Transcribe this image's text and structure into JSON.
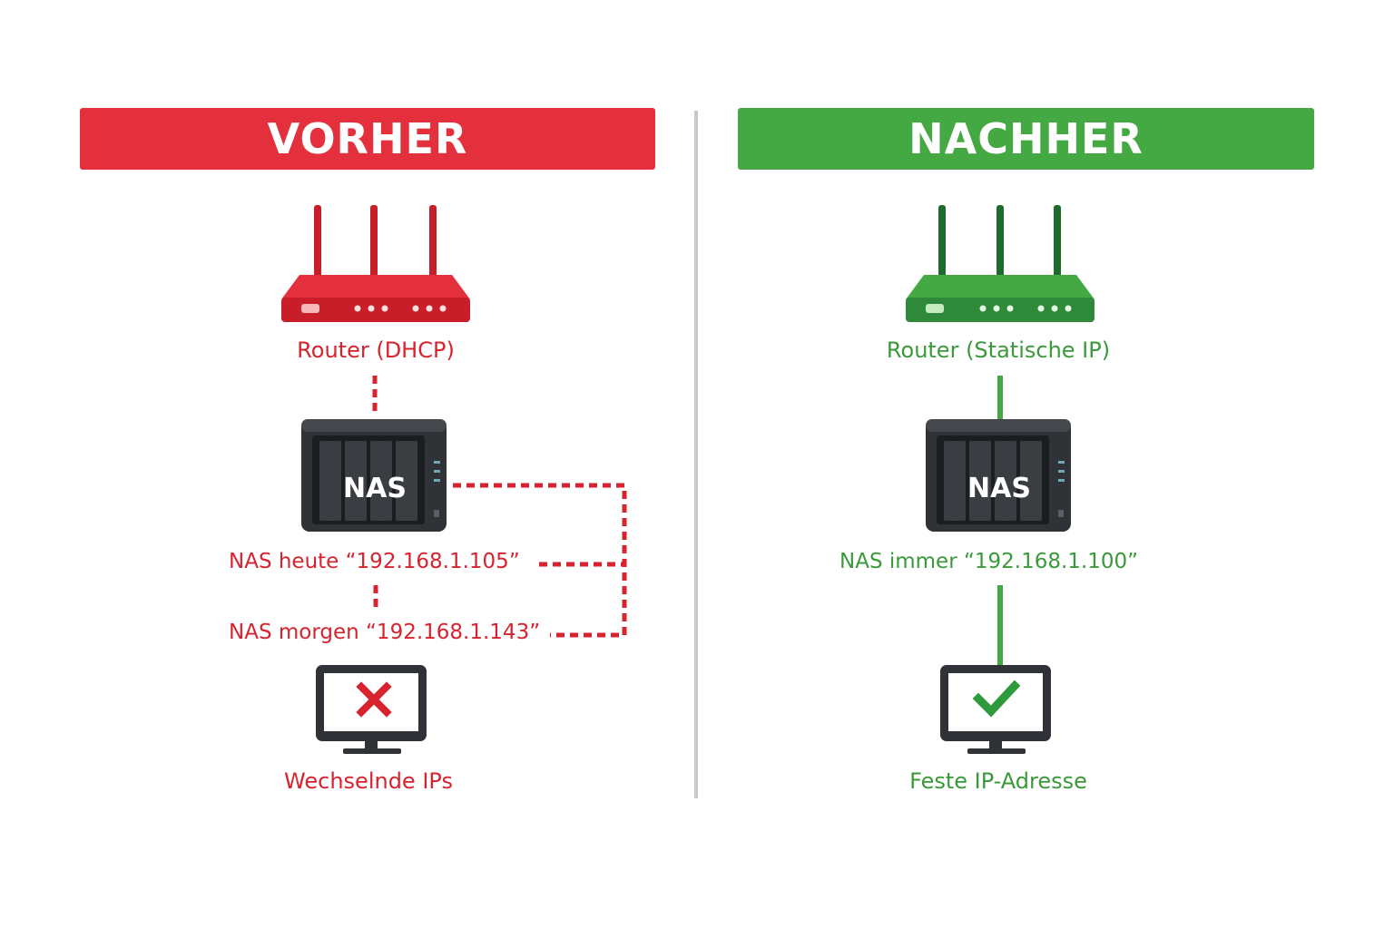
{
  "colors": {
    "before": "#e4303c",
    "before_dark": "#c81e2a",
    "after": "#44a843",
    "after_dark": "#1f6b2e",
    "divider": "#c8c8c8",
    "device": "#2f3236",
    "device_light": "#45494e"
  },
  "before": {
    "title": "VORHER",
    "router_label": "Router (DHCP)",
    "nas_label": "NAS",
    "ip_today": "NAS heute “192.168.1.105”",
    "ip_tomorrow": "NAS morgen “192.168.1.143”",
    "status_label": "Wechselnde  IPs",
    "status_icon": "cross-icon"
  },
  "after": {
    "title": "NACHHER",
    "router_label": "Router (Statische IP)",
    "nas_label": "NAS",
    "ip_fixed": "NAS immer “192.168.1.100”",
    "status_label": "Feste IP-Adresse",
    "status_icon": "checkmark-icon"
  }
}
